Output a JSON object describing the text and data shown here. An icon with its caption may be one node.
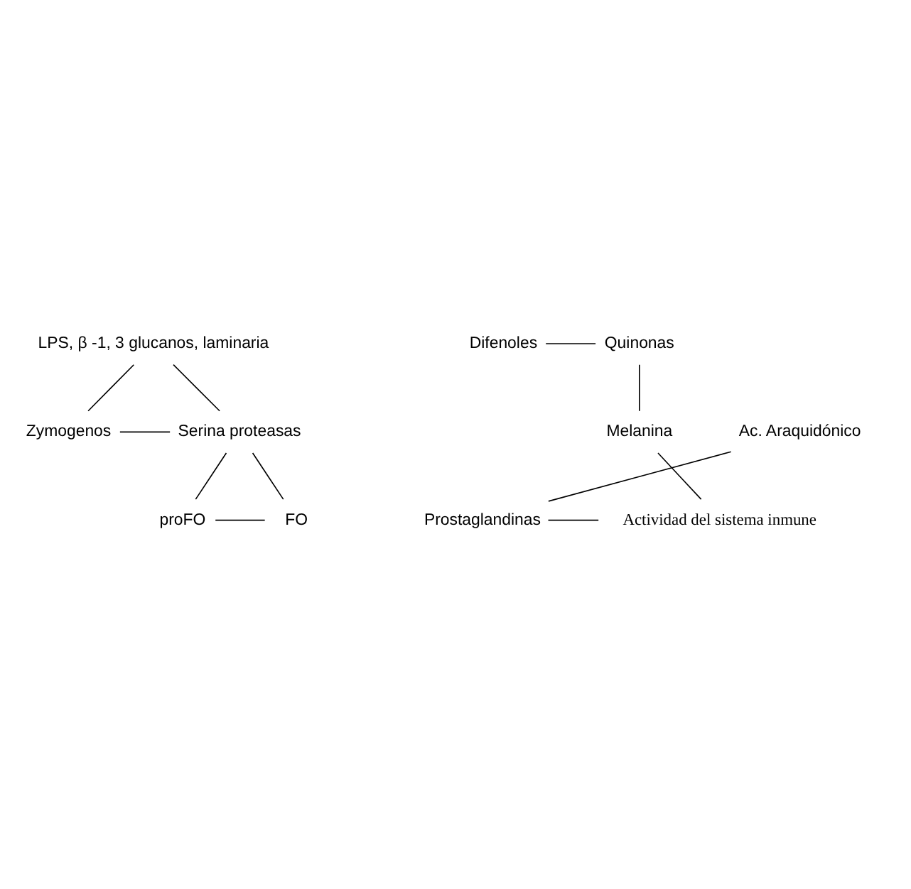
{
  "diagram": {
    "nodes": [
      {
        "text": [
          "LPS, β -1, 3 glucanos, laminaria"
        ]
      },
      {
        "text": [
          "Zymogenos"
        ]
      },
      {
        "text": [
          "Serina proteasas"
        ]
      },
      {
        "text": [
          "proFO"
        ]
      },
      {
        "text": [
          "FO"
        ]
      },
      {
        "text": [
          "Difenoles"
        ]
      },
      {
        "text": [
          "Quinonas"
        ]
      },
      {
        "text": [
          "Ac. Araquidónico"
        ]
      },
      {
        "text": [
          "Melanina"
        ]
      },
      {
        "text": [
          "Prostaglandinas"
        ]
      },
      {
        "text": [
          "Actividad del sistema inmune"
        ]
      }
    ],
    "edges": [
      {
        "from": 1,
        "to": 2,
        "arrow": "none"
      },
      {
        "from": 0,
        "to": 1,
        "arrow": "none"
      },
      {
        "from": 0,
        "to": 2,
        "arrow": "none"
      },
      {
        "from": 3,
        "to": 4,
        "arrow": "none"
      },
      {
        "from": 2,
        "to": 3,
        "arrow": "none"
      },
      {
        "from": 2,
        "to": 4,
        "arrow": "none"
      },
      {
        "from": 5,
        "to": 6,
        "arrow": "none"
      },
      {
        "from": 6,
        "to": 8,
        "arrow": "none"
      },
      {
        "from": 7,
        "to": 9,
        "arrow": "none"
      },
      {
        "from": 8,
        "to": 10,
        "arrow": "none"
      },
      {
        "from": 9,
        "to": 10,
        "arrow": "none"
      }
    ]
  }
}
